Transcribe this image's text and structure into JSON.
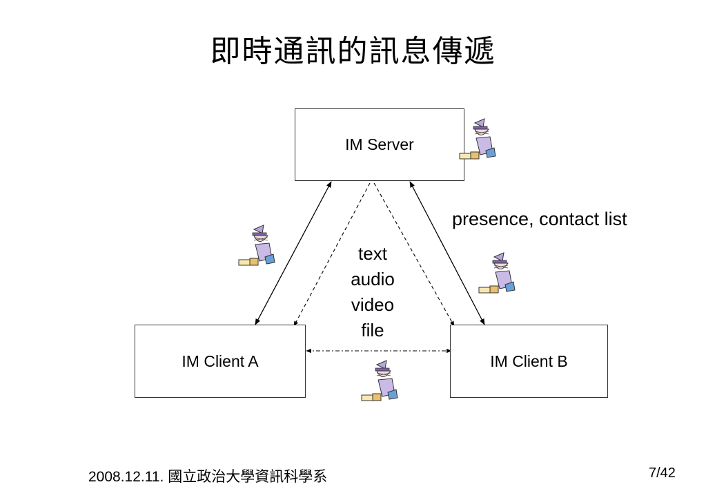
{
  "slide": {
    "title": "即時通訊的訊息傳遞",
    "footer_date": "2008.12.11.",
    "footer_org": "國立政治大學資訊科學系",
    "page_number": "7/42"
  },
  "diagram": {
    "server_label": "IM Server",
    "client_a_label": "IM Client A",
    "client_b_label": "IM Client B",
    "side_label": "presence, contact list",
    "media_types": [
      "text",
      "audio",
      "video",
      "file"
    ],
    "eavesdropper_icon": "spy-eavesdropper-icon"
  }
}
